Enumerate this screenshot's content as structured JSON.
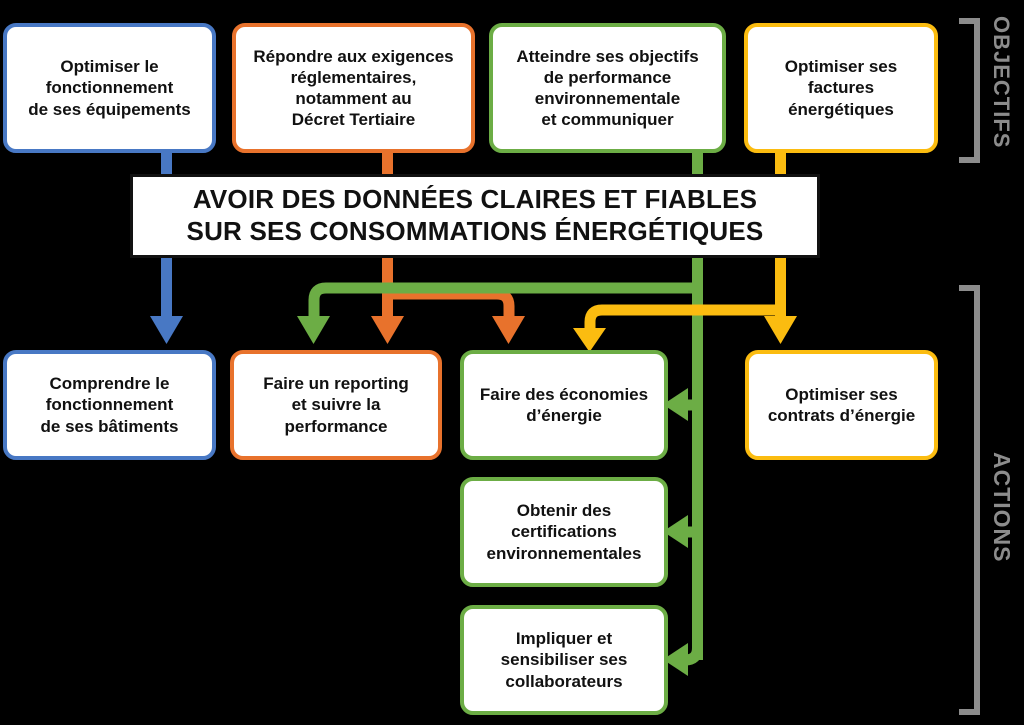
{
  "diagram": {
    "title_banner": {
      "text": "AVOIR DES DONNÉES CLAIRES ET FIABLES\nSUR SES CONSOMMATIONS ÉNERGÉTIQUES"
    },
    "group_labels": {
      "objectives": "OBJECTIFS",
      "actions": "ACTIONS"
    },
    "colors": {
      "blue": "#4878c4",
      "orange": "#e8722c",
      "green": "#6cad45",
      "yellow": "#fbbc10",
      "bracket": "#8c8c8c",
      "box_fill": "#ffffff",
      "background": "#000000",
      "banner_border": "#111111"
    },
    "objectives": [
      {
        "id": "obj-equipements",
        "color": "blue",
        "text": "Optimiser le\nfonctionnement\nde ses équipements"
      },
      {
        "id": "obj-reglementaire",
        "color": "orange",
        "text": "Répondre aux exigences\nréglementaires,\nnotamment au\nDécret Tertiaire"
      },
      {
        "id": "obj-performance",
        "color": "green",
        "text": "Atteindre ses objectifs\nde performance\nenvironnementale\net communiquer"
      },
      {
        "id": "obj-factures",
        "color": "yellow",
        "text": "Optimiser ses\nfactures\nénergétiques"
      }
    ],
    "actions": [
      {
        "id": "act-batiments",
        "color": "blue",
        "text": "Comprendre le\nfonctionnement\nde ses bâtiments"
      },
      {
        "id": "act-reporting",
        "color": "orange",
        "text": "Faire un reporting\net suivre la\nperformance"
      },
      {
        "id": "act-economies",
        "color": "green",
        "text": "Faire des économies\nd’énergie"
      },
      {
        "id": "act-contrats",
        "color": "yellow",
        "text": "Optimiser ses\ncontrats d’énergie"
      },
      {
        "id": "act-certifications",
        "color": "green",
        "text": "Obtenir des\ncertifications\nenvironnementales"
      },
      {
        "id": "act-collaborateurs",
        "color": "green",
        "text": "Impliquer et\nsensibiliser ses\ncollaborateurs"
      }
    ]
  }
}
